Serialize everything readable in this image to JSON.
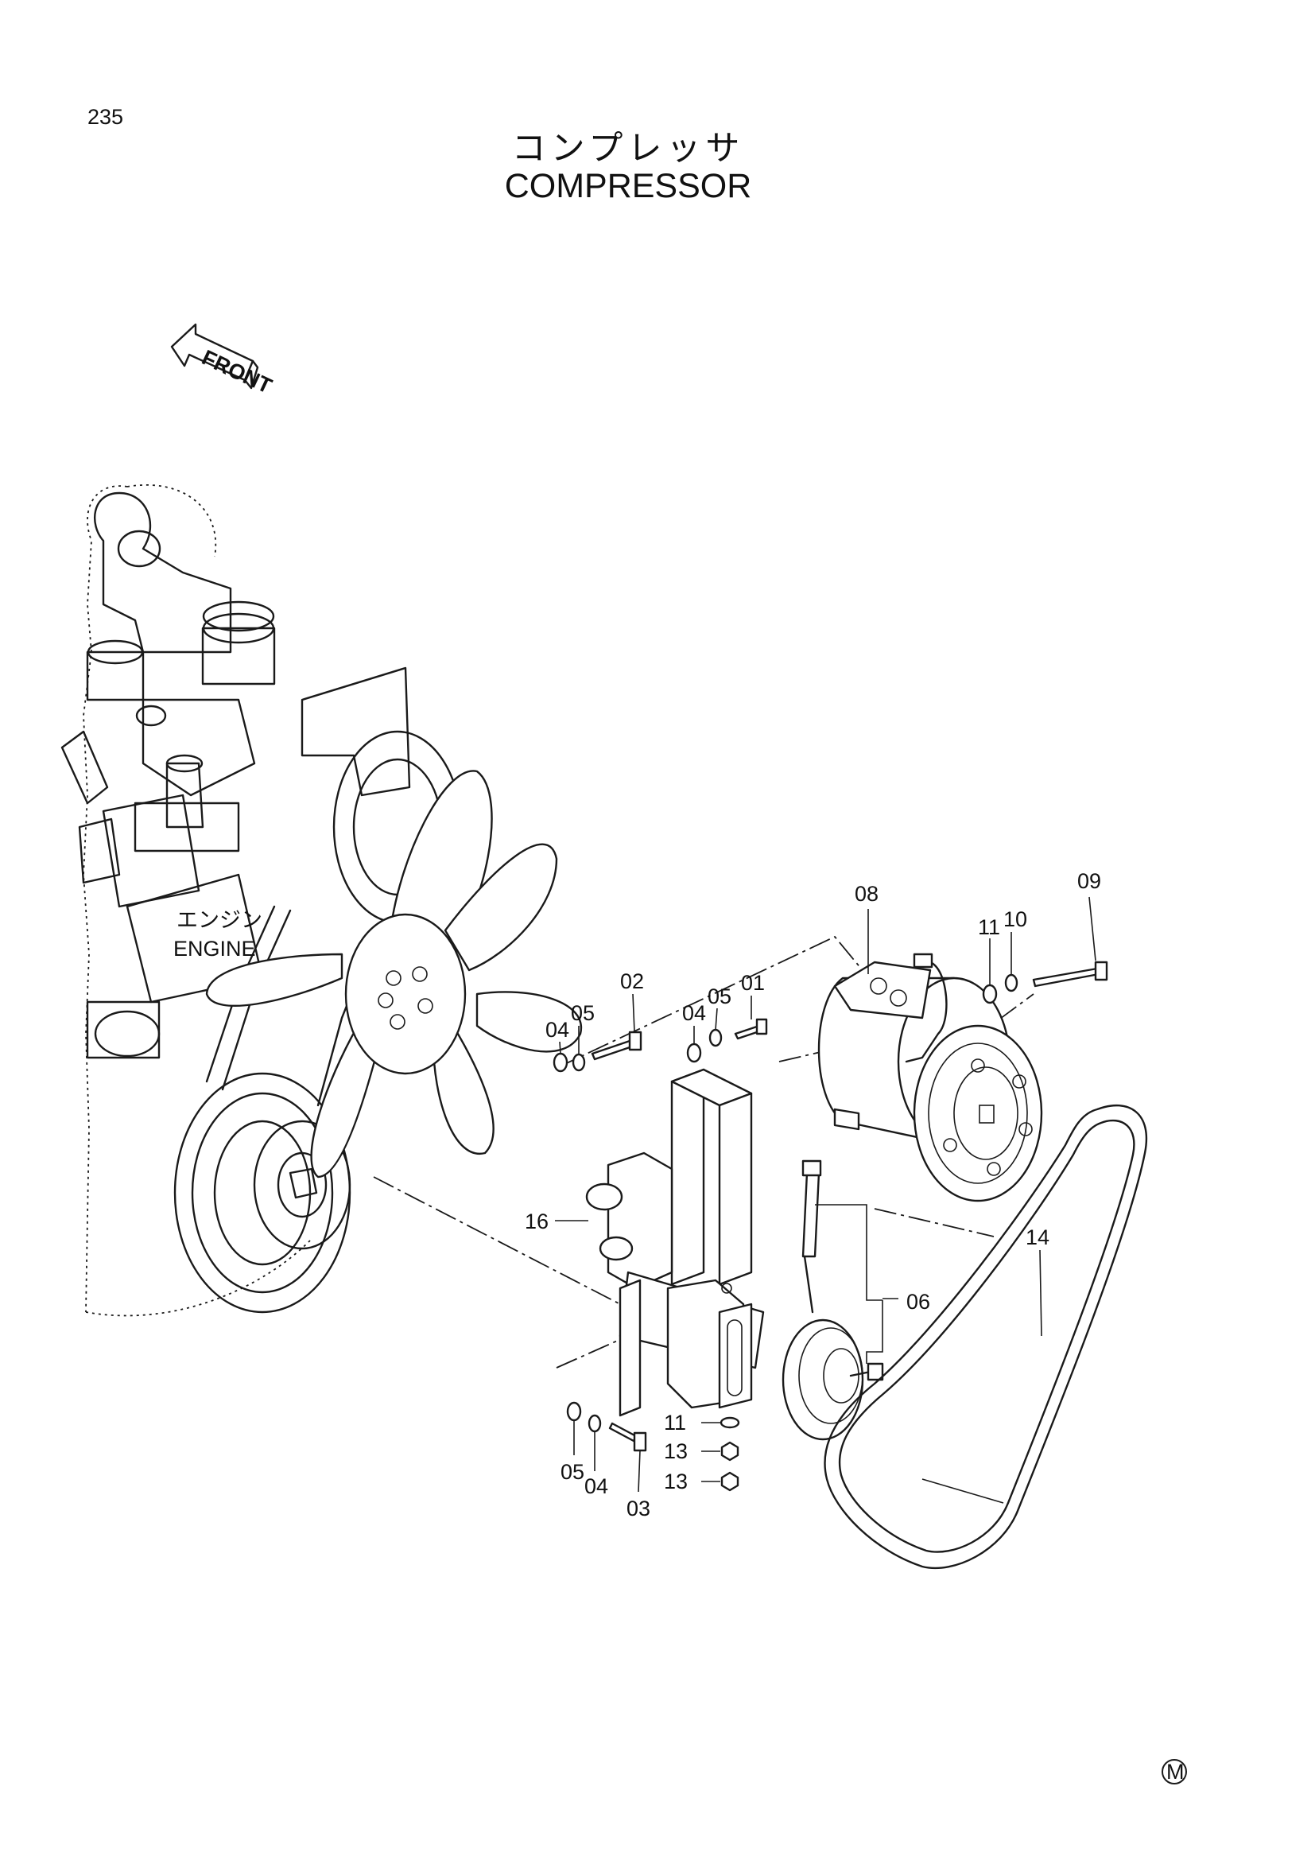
{
  "page_number": "235",
  "title_jp": "コンプレッサ",
  "title_en": "COMPRESSOR",
  "front_label": "FRONT",
  "engine_label": {
    "jp": "エンジン",
    "en": "ENGINE"
  },
  "part_labels": {
    "p01": "01",
    "p02": "02",
    "p03": "03",
    "p04a": "04",
    "p04b": "04",
    "p04c": "04",
    "p05a": "05",
    "p05b": "05",
    "p05c": "05",
    "p06": "06",
    "p08": "08",
    "p09": "09",
    "p10": "10",
    "p11a": "11",
    "p11b": "11",
    "p13a": "13",
    "p13b": "13",
    "p14": "14",
    "p16": "16"
  },
  "mark": "M"
}
